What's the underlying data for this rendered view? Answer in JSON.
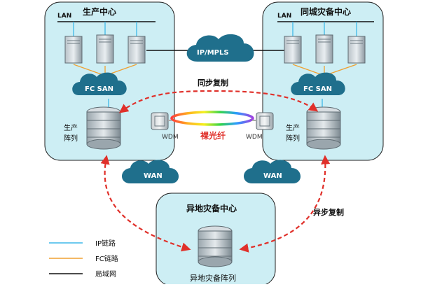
{
  "sites": {
    "production": {
      "title": "生产中心",
      "lan": "LAN",
      "fc_san": "FC SAN",
      "array_line1": "生产",
      "array_line2": "阵列"
    },
    "same_city": {
      "title": "同城灾备中心",
      "lan": "LAN",
      "fc_san": "FC SAN",
      "array_line1": "生产",
      "array_line2": "阵列"
    },
    "remote": {
      "title": "异地灾备中心",
      "array": "异地灾备阵列"
    }
  },
  "network": {
    "ip_mpls": "IP/MPLS",
    "wan_left": "WAN",
    "wan_right": "WAN",
    "wdm_left": "WDM",
    "wdm_right": "WDM",
    "dark_fiber": "裸光纤"
  },
  "replication": {
    "sync": "同步复制",
    "async": "异步复制"
  },
  "legend": [
    {
      "label": "IP链路",
      "color": "#3fb8e8"
    },
    {
      "label": "FC链路",
      "color": "#f0a030"
    },
    {
      "label": "局域网",
      "color": "#111111"
    }
  ],
  "colors": {
    "site_fill": "#cdeef4",
    "site_border": "#222222",
    "cloud": "#1f6f8c",
    "replication_arrow": "#e0302a",
    "dark_fiber_text": "#e0302a"
  }
}
